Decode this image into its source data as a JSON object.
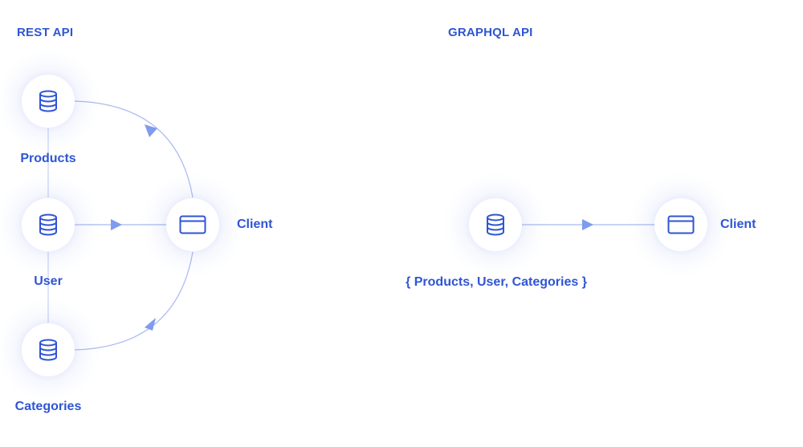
{
  "rest": {
    "title": "REST API",
    "products_label": "Products",
    "user_label": "User",
    "categories_label": "Categories",
    "client_label": "Client"
  },
  "graphql": {
    "title": "GRAPHQL API",
    "combined_label": "{ Products, User, Categories }",
    "client_label": "Client"
  },
  "icons": {
    "database": "database-icon",
    "client": "browser-window-icon"
  },
  "colors": {
    "accent": "#2f55d4",
    "line": "#a9b9f2",
    "arrow": "#7f9af0"
  }
}
